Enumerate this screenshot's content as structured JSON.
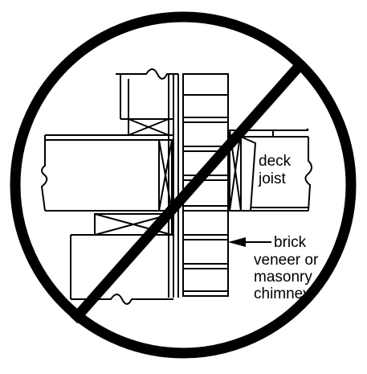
{
  "labels": {
    "deck_joist_line1": "deck",
    "deck_joist_line2": "joist",
    "brick_line1": "brick",
    "brick_line2": "veneer or",
    "brick_line3": "masonry",
    "brick_line4": "chimney"
  },
  "symbol": {
    "meaning": "prohibited",
    "icon": "no-symbol-icon",
    "color": "#000000"
  }
}
